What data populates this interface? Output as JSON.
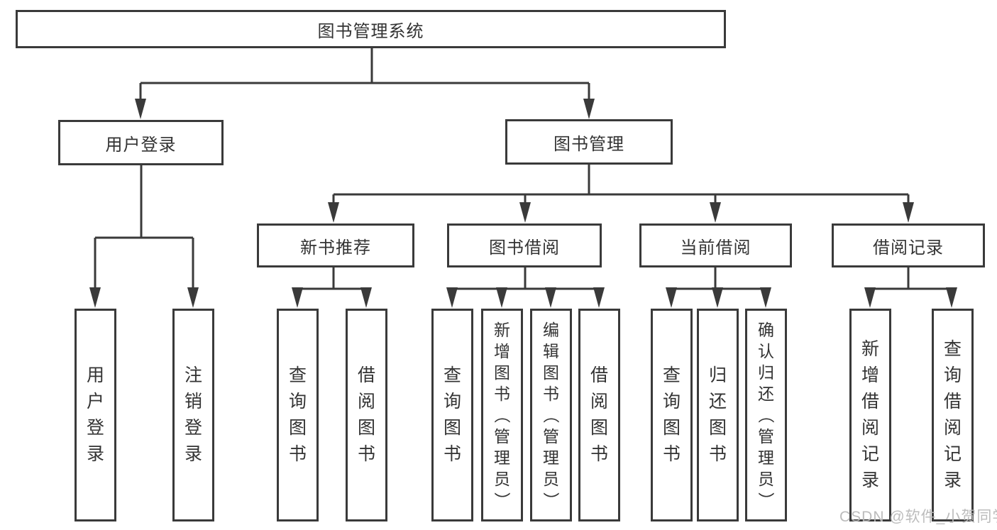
{
  "diagram": {
    "root": {
      "label": "图书管理系统"
    },
    "level2": [
      {
        "label": "用户登录"
      },
      {
        "label": "图书管理"
      }
    ],
    "level3": [
      {
        "label": "新书推荐"
      },
      {
        "label": "图书借阅"
      },
      {
        "label": "当前借阅"
      },
      {
        "label": "借阅记录"
      }
    ],
    "leaves": {
      "user_login": [
        "用户登录",
        "注销登录"
      ],
      "new_book": [
        "查询图书",
        "借阅图书"
      ],
      "book_borrow": [
        "查询图书",
        "新增图书（管理员）",
        "编辑图书（管理员）",
        "借阅图书"
      ],
      "current_borrow": [
        "查询图书",
        "归还图书",
        "确认归还（管理员）"
      ],
      "borrow_record": [
        "新增借阅记录",
        "查询借阅记录"
      ]
    }
  },
  "watermark": "CSDN @软件_小贺同学",
  "colors": {
    "line": "#3a3a3a",
    "text": "#333333",
    "watermark": "#b8b8b8",
    "background": "#ffffff"
  }
}
